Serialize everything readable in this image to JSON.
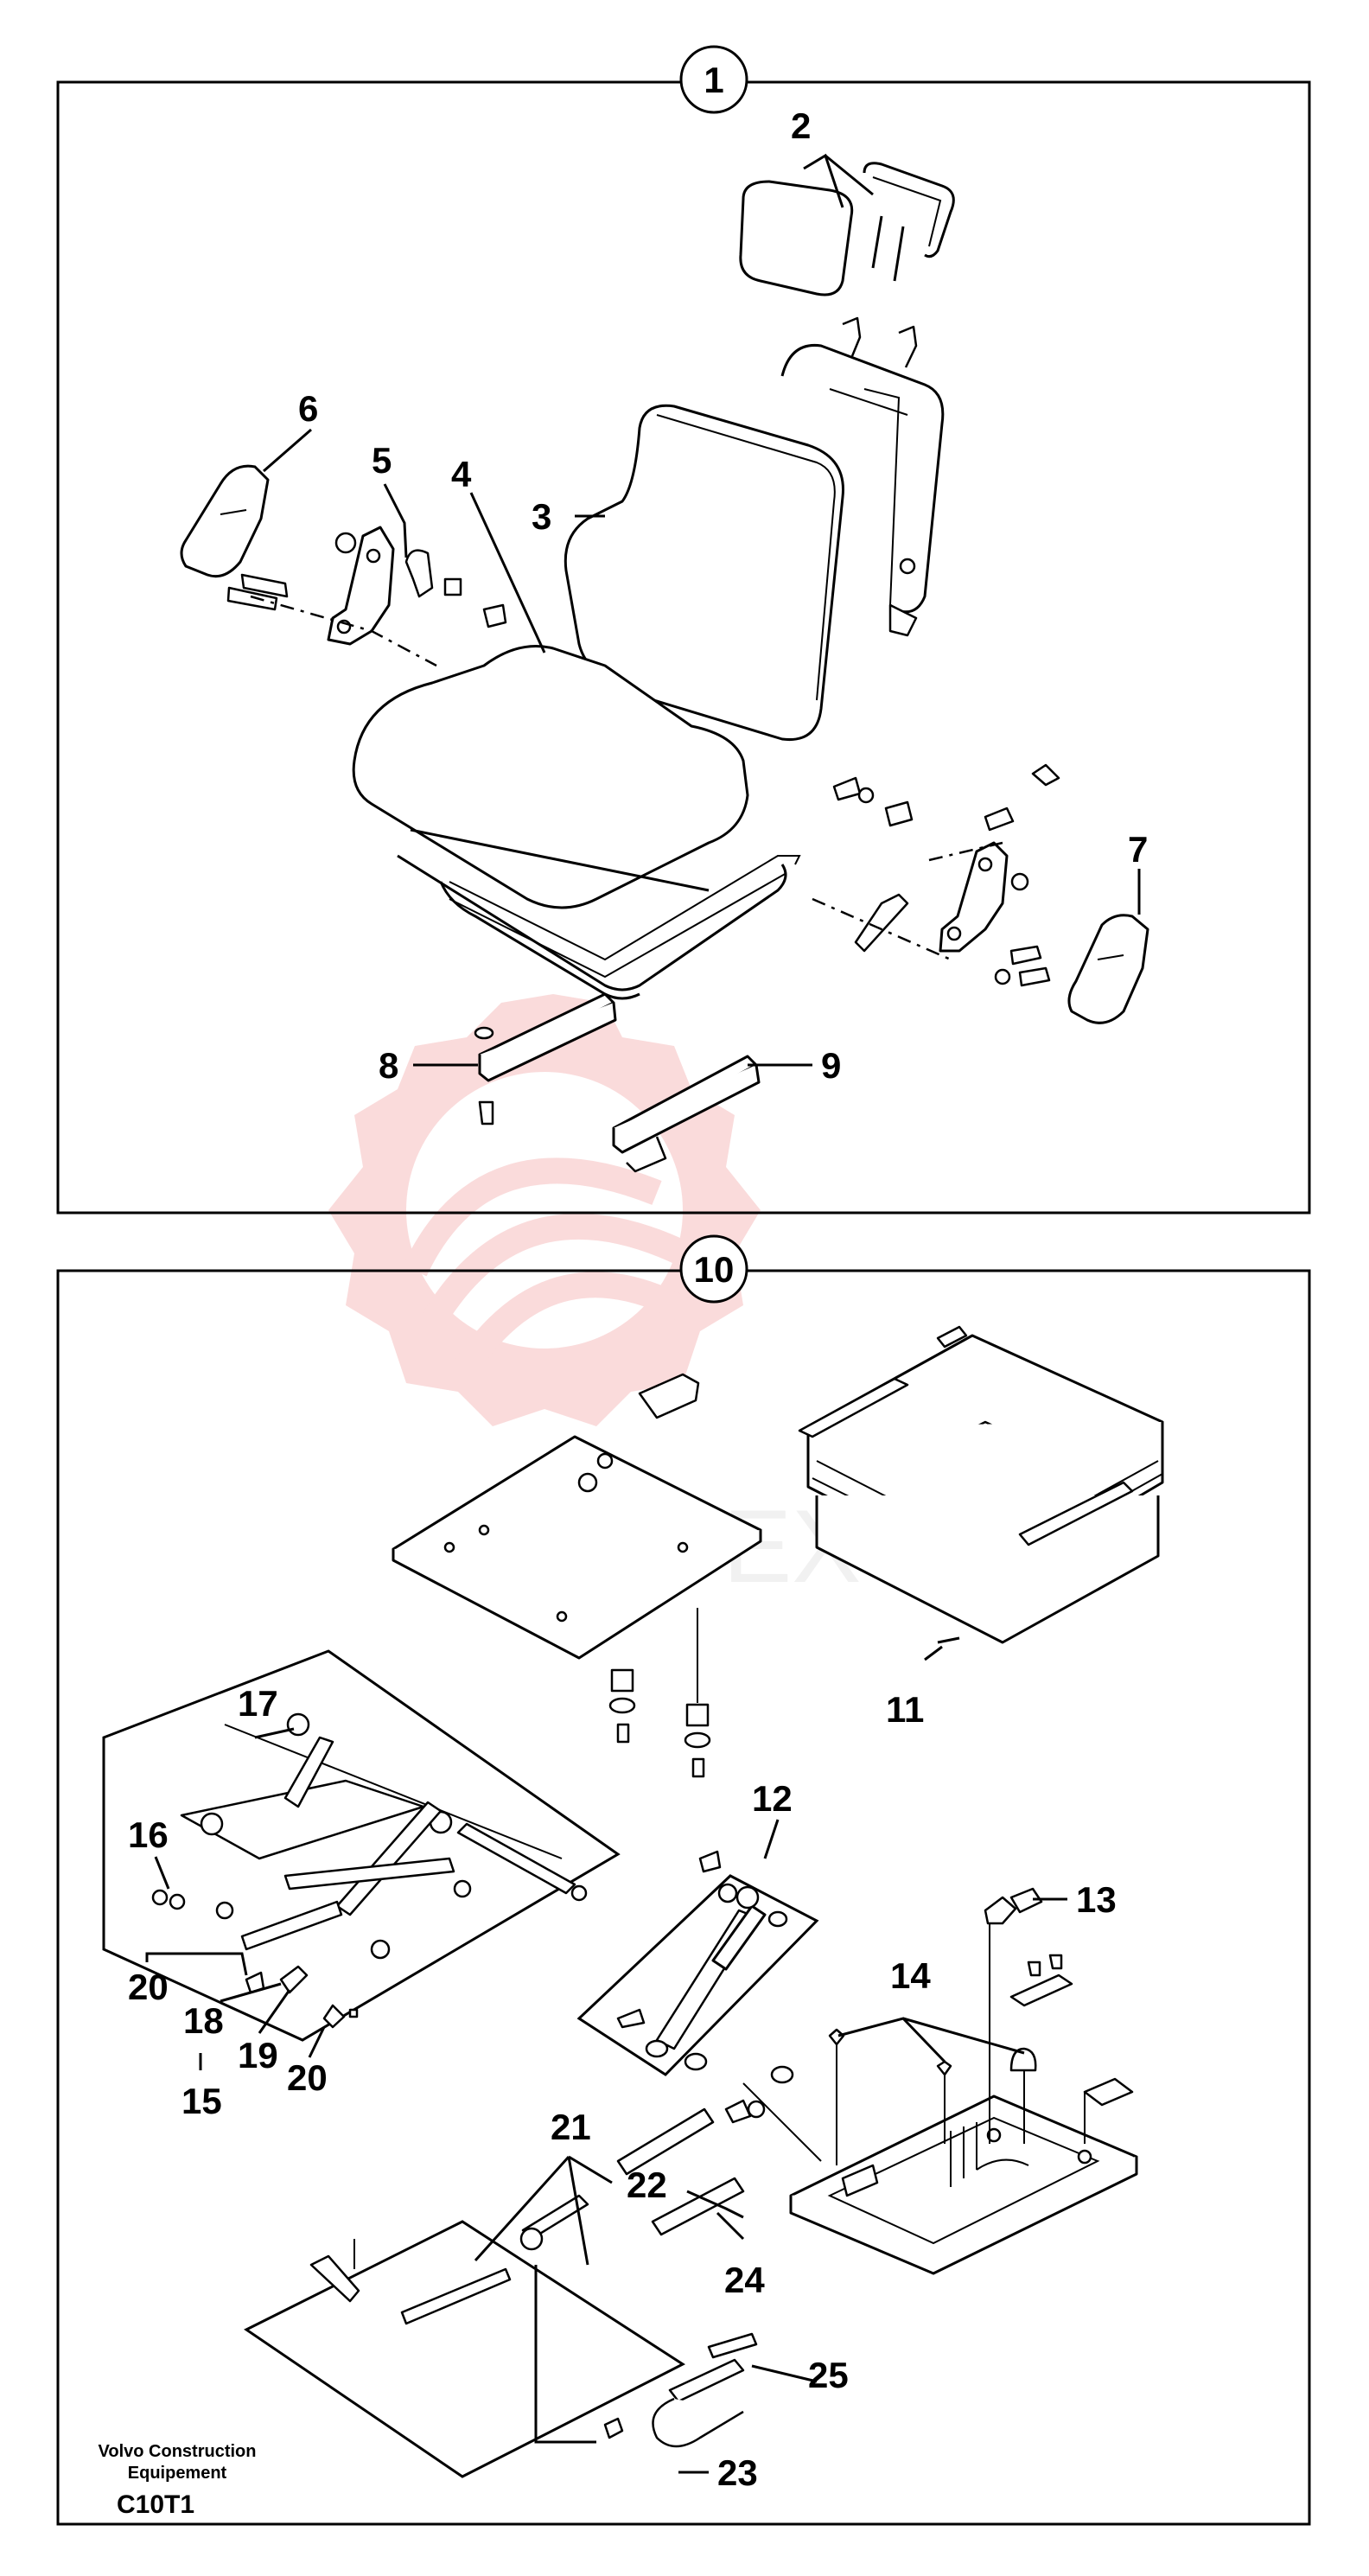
{
  "panels": {
    "top_callout": "1",
    "bottom_callout": "10"
  },
  "labels": {
    "l2": "2",
    "l3": "3",
    "l4": "4",
    "l5": "5",
    "l6": "6",
    "l7": "7",
    "l8": "8",
    "l9": "9",
    "l11": "11",
    "l12": "12",
    "l13": "13",
    "l14": "14",
    "l15": "15",
    "l16": "16",
    "l17": "17",
    "l18": "18",
    "l19": "19",
    "l20a": "20",
    "l20b": "20",
    "l21": "21",
    "l22": "22",
    "l23": "23",
    "l24": "24",
    "l25": "25"
  },
  "footer": {
    "brand_line1": "Volvo Construction",
    "brand_line2": "Equipement",
    "code": "C10T1"
  },
  "watermark": {
    "text": "ИНТЕХ",
    "color": "#f08080"
  }
}
